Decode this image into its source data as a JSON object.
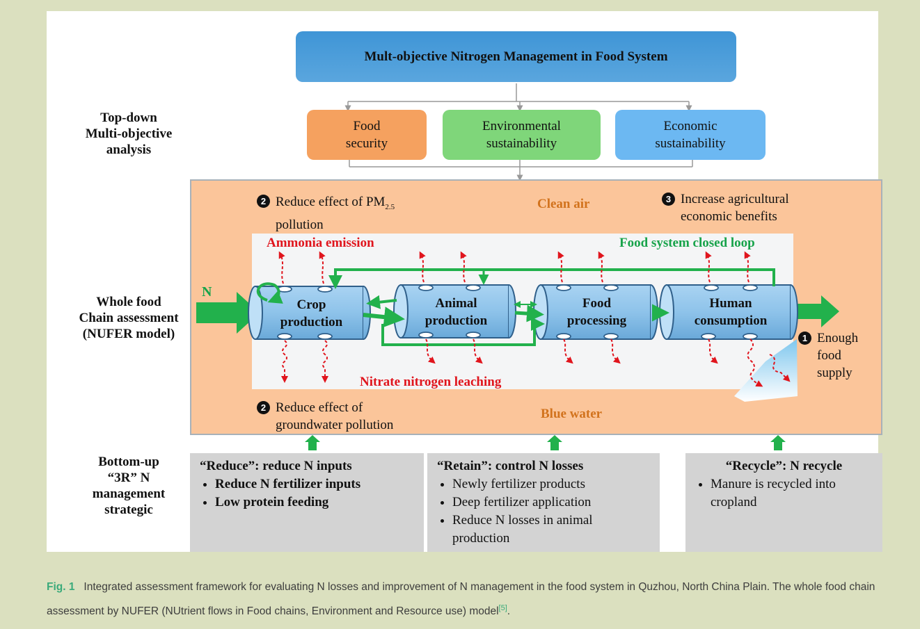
{
  "title": "Mult-objective Nitrogen Management in Food System",
  "side_labels": {
    "top": "Top-down\nMulti-objective\nanalysis",
    "middle": "Whole food\nChain assessment\n(NUFER model)",
    "bottom": "Bottom-up\n“3R” N\nmanagement\nstrategic"
  },
  "objectives": [
    {
      "label": "Food\nsecurity",
      "color": "#f5a15f"
    },
    {
      "label": "Environmental\nsustainability",
      "color": "#7fd67a"
    },
    {
      "label": "Economic\nsustainability",
      "color": "#6cb8f2"
    }
  ],
  "goals": {
    "pm_badge": "2",
    "pm_text": "Reduce effect of PM",
    "pm_sub": "2.5",
    "pm_text2": "pollution",
    "econ_badge": "3",
    "econ_text": "Increase agricultural\neconomic benefits",
    "gw_badge": "2",
    "gw_text": "Reduce effect of\ngroundwater pollution",
    "food_badge": "1",
    "food_text": "Enough\nfood\nsupply"
  },
  "labels": {
    "clean_air": "Clean air",
    "blue_water": "Blue water",
    "ammonia": "Ammonia emission",
    "closed_loop": "Food system closed loop",
    "nitrate": "Nitrate nitrogen leaching",
    "n_input": "N"
  },
  "stages": [
    {
      "label": "Crop\nproduction"
    },
    {
      "label": "Animal\nproduction"
    },
    {
      "label": "Food\nprocessing"
    },
    {
      "label": "Human\nconsumption"
    }
  ],
  "strategies": [
    {
      "heading": "“Reduce”: reduce N inputs",
      "items": [
        "Reduce N fertilizer inputs",
        "Low protein feeding"
      ],
      "bold_items": true
    },
    {
      "heading": "“Retain”: control N losses",
      "items": [
        "Newly fertilizer products",
        "Deep fertilizer application",
        "Reduce N losses in animal production"
      ],
      "bold_items": false
    },
    {
      "heading": "“Recycle”: N recycle",
      "items": [
        "Manure is recycled into cropland"
      ],
      "bold_items": false
    }
  ],
  "caption": {
    "label": "Fig. 1",
    "text": "Integrated assessment framework for evaluating N losses and improvement of N management in the food system in Quzhou, North China Plain. The whole food chain assessment by NUFER (NUtrient flows in Food chains, Environment and Resource use) model",
    "cite": "[5]",
    "end": "."
  },
  "colors": {
    "flow_arrow": "#22b14c",
    "loss_arrow": "#e0151d",
    "cylinder": "#8ec3ea",
    "connector": "#999999"
  }
}
